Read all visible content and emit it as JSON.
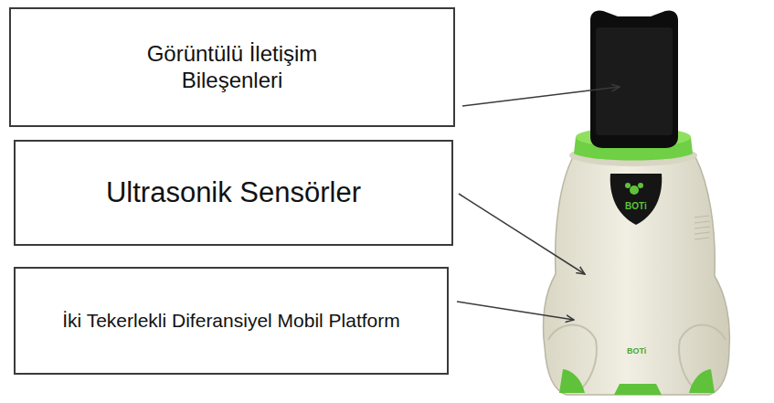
{
  "diagram": {
    "nodes": [
      {
        "text": [
          "Görüntülü İletişim Bileşenleri"
        ]
      },
      {
        "text": [
          "Ultrasonik Sensörler"
        ]
      },
      {
        "text": [
          "İki Tekerlekli Diferansiyel Mobil Platform"
        ]
      }
    ],
    "labels": [
      "BOTi",
      "BOTi"
    ]
  }
}
